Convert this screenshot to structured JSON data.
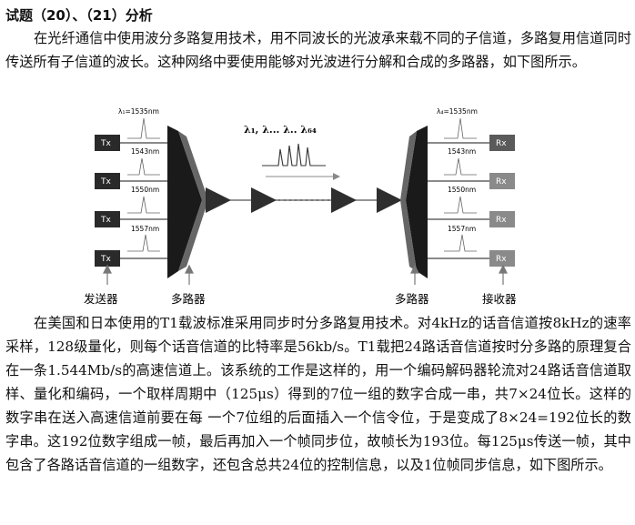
{
  "title": "试题（20）、（21）分析",
  "para1": "在光纤通信中使用波分多路复用技术，用不同波长的光波承来载不同的子信道，多路复用信道同时传送所有子信道的波长。这种网络中要使用能够对光波进行分解和合成的多路器，如下图所示。",
  "para2": "在美国和日本使用的T1载波标准采用同步时分多路复用技术。对4kHz的话音信道按8kHz的速率采样，128级量化，则每个话音信道的比特率是56kb/s。T1载把24路话音信道按时分多路的原理复合在一条1.544Mb/s的高速信道上。该系统的工作是这样的，用一个编码解码器轮流对24路话音信道取样、量化和编码，一个取样周期中（125μs）得到的7位一组的数字合成一串，共7×24位长。这样的数字串在送入高速信道前要在每 一个7位组的后面插入一个信令位，于是变成了8×24=192位长的数字串。这192位数字组成一帧，最后再加入一个帧同步位，故帧长为193位。每125μs传送一帧，其中包含了各路话音信道的一组数字，还包含总共24位的控制信息，以及1位帧同步信息，如下图所示。",
  "figure": {
    "tx_label": "Tx",
    "rx_label": "Rx",
    "wavelengths": [
      "λ₁=1535nm",
      "1543nm",
      "1550nm",
      "1557nm"
    ],
    "rx_wavelengths": [
      "λ₄=1535nm",
      "1543nm",
      "1550nm",
      "1557nm"
    ],
    "lambda_seq": "λ₁, λ... λ.. λ₆₄",
    "captions": {
      "sender": "发送器",
      "mux_left": "多路器",
      "mux_right": "多路器",
      "receiver": "接收器"
    }
  }
}
